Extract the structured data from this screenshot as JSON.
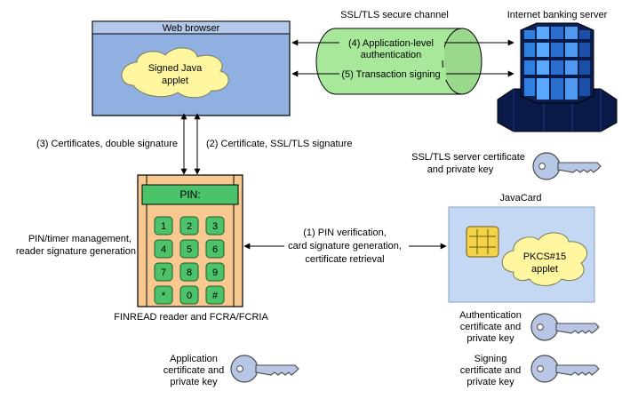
{
  "browser": {
    "title": "Web browser",
    "applet_line1": "Signed Java",
    "applet_line2": "applet"
  },
  "channel": {
    "label": "SSL/TLS secure channel",
    "auth_line1": "(4) Application-level",
    "auth_line2": "authentication",
    "signing": "(5) Transaction signing"
  },
  "server": {
    "label": "Internet banking server",
    "cert_line1": "SSL/TLS server certificate",
    "cert_line2": "and private key"
  },
  "links": {
    "left": "(3) Certificates, double signature",
    "right": "(2) Certificate, SSL/TLS signature",
    "pin_line1": "(1) PIN verification,",
    "pin_line2": "card signature generation,",
    "pin_line3": "certificate retrieval"
  },
  "reader": {
    "display": "PIN:",
    "keys": [
      "1",
      "2",
      "3",
      "4",
      "5",
      "6",
      "7",
      "8",
      "9",
      "*",
      "0",
      "#"
    ],
    "caption": "FINREAD reader and FCRA/FCRIA",
    "side_line1": "PIN/timer management,",
    "side_line2": "reader signature generation",
    "app_line1": "Application",
    "app_line2": "certificate and",
    "app_line3": "private key"
  },
  "javacard": {
    "label": "JavaCard",
    "applet_line1": "PKCS#15",
    "applet_line2": "applet",
    "auth_line1": "Authentication",
    "auth_line2": "certificate and",
    "auth_line3": "private key",
    "sign_line1": "Signing",
    "sign_line2": "certificate and",
    "sign_line3": "private key"
  },
  "colors": {
    "browser_fill": "#8fb0e0",
    "cloud_fill": "#fff6a0",
    "tube_fill": "#a8e89a",
    "reader_fill": "#f7c890",
    "key_fill": "#b8c6e6",
    "screen_fill": "#4cc26a",
    "card_fill": "#c4d8f4",
    "chip_fill": "#f2d34a",
    "server_fill": "#0a1a48"
  },
  "icons": [
    "key-icon",
    "chip-icon",
    "server-icon"
  ]
}
